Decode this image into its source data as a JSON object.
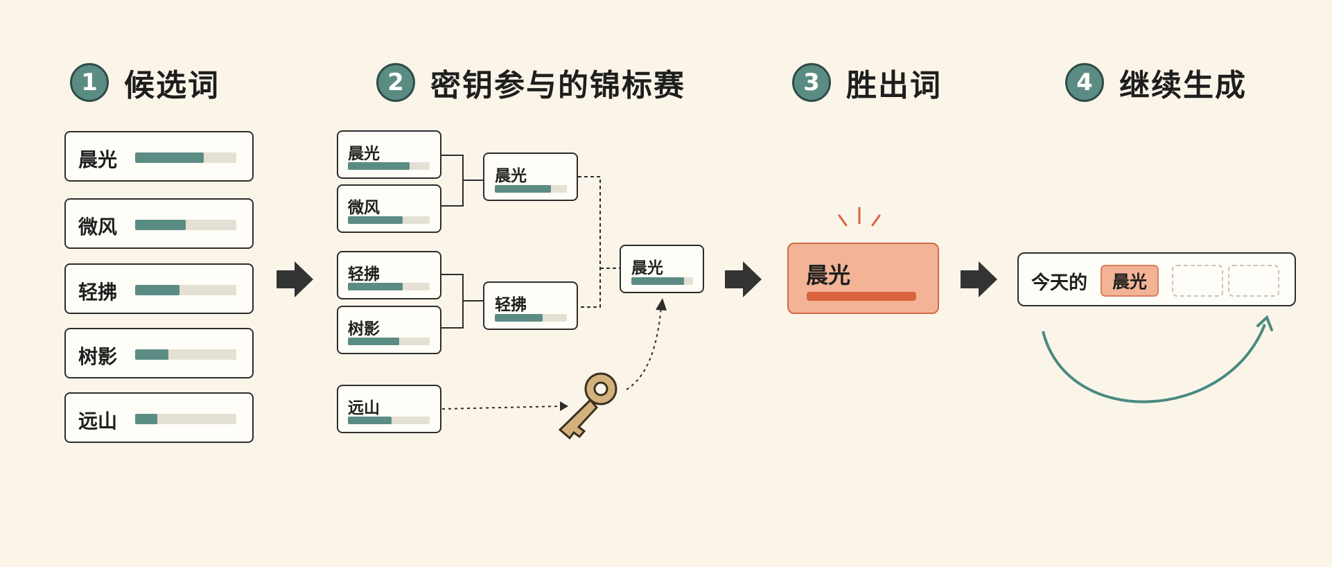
{
  "steps": [
    {
      "number": "1",
      "title": "候选词"
    },
    {
      "number": "2",
      "title": "密钥参与的锦标赛"
    },
    {
      "number": "3",
      "title": "胜出词"
    },
    {
      "number": "4",
      "title": "继续生成"
    }
  ],
  "candidates": [
    {
      "word": "晨光",
      "score": 0.68
    },
    {
      "word": "微风",
      "score": 0.5
    },
    {
      "word": "轻拂",
      "score": 0.44
    },
    {
      "word": "树影",
      "score": 0.33
    },
    {
      "word": "远山",
      "score": 0.22
    }
  ],
  "tournament": {
    "round1": [
      {
        "word": "晨光",
        "score": 0.75
      },
      {
        "word": "微风",
        "score": 0.67
      },
      {
        "word": "轻拂",
        "score": 0.67
      },
      {
        "word": "树影",
        "score": 0.63
      },
      {
        "word": "远山",
        "score": 0.53
      }
    ],
    "round2": [
      {
        "word": "晨光",
        "score": 0.78
      },
      {
        "word": "轻拂",
        "score": 0.66
      }
    ],
    "final": {
      "word": "晨光",
      "score": 0.85
    },
    "key_icon": "key-icon"
  },
  "winner": {
    "word": "晨光"
  },
  "continuation": {
    "prefix": "今天的",
    "word": "晨光",
    "empty_slots": 2
  },
  "colors": {
    "background": "#fbf5e9",
    "teal": "#5b8c83",
    "track": "#e4e0d4",
    "winner_fill": "#f2b396",
    "winner_accent": "#d9643e",
    "arrow": "#333333",
    "key": "#d3b17d"
  }
}
